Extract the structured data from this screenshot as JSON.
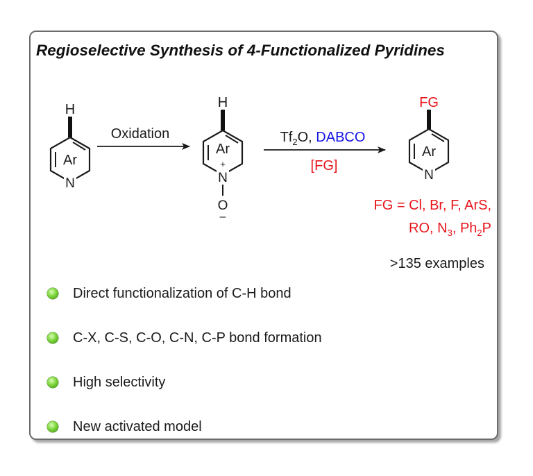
{
  "title": "Regioselective Synthesis of 4-Functionalized Pyridines",
  "scheme": {
    "h_label": "H",
    "ar_label": "Ar",
    "n_label": "N",
    "plus_label": "+",
    "o_label": "O",
    "minus_label": "–",
    "fg_label": "FG",
    "step1_label": "Oxidation",
    "step2_tf_base": "Tf",
    "step2_tf_sub": "2",
    "step2_tf_tail": "O,",
    "step2_base": "DABCO",
    "step2_fg_reagent": "[FG]",
    "fg_def_line1": "FG = Cl, Br, F, ArS,",
    "fg_def_line2_a": "RO, N",
    "fg_def_line2_b": "3",
    "fg_def_line2_c": ", Ph",
    "fg_def_line2_d": "2",
    "fg_def_line2_e": "P",
    "examples": ">135 examples"
  },
  "colors": {
    "fg": "#e8141b",
    "base": "#1414e8",
    "bullet": "#6ccf2f",
    "text": "#1a1a1a"
  },
  "features": [
    "Direct functionalization of C-H bond",
    "C-X, C-S, C-O, C-N, C-P bond formation",
    "High selectivity",
    "New activated model"
  ]
}
